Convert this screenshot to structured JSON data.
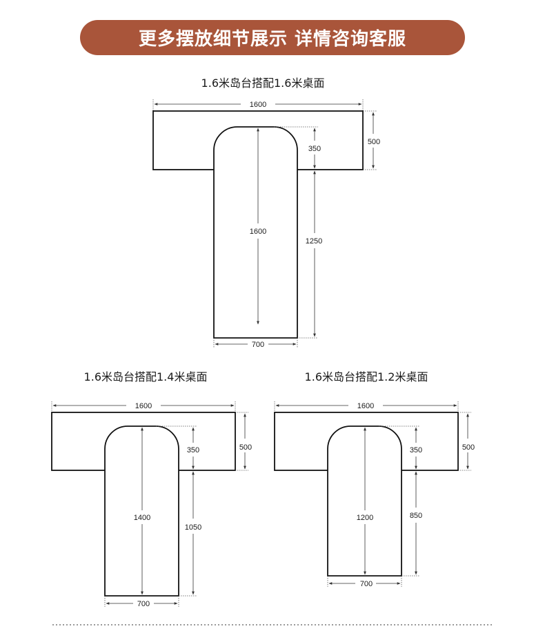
{
  "banner": {
    "text": "更多摆放细节展示 详情咨询客服",
    "color": "#a9553a"
  },
  "diagrams": [
    {
      "caption": "1.6米岛台搭配1.6米桌面",
      "top_width": "1600",
      "top_depth": "500",
      "overlap": "350",
      "table_length": "1600",
      "protrusion": "1250",
      "table_width": "700"
    },
    {
      "caption": "1.6米岛台搭配1.4米桌面",
      "top_width": "1600",
      "top_depth": "500",
      "overlap": "350",
      "table_length": "1400",
      "protrusion": "1050",
      "table_width": "700"
    },
    {
      "caption": "1.6米岛台搭配1.2米桌面",
      "top_width": "1600",
      "top_depth": "500",
      "overlap": "350",
      "table_length": "1200",
      "protrusion": "850",
      "table_width": "700"
    }
  ]
}
